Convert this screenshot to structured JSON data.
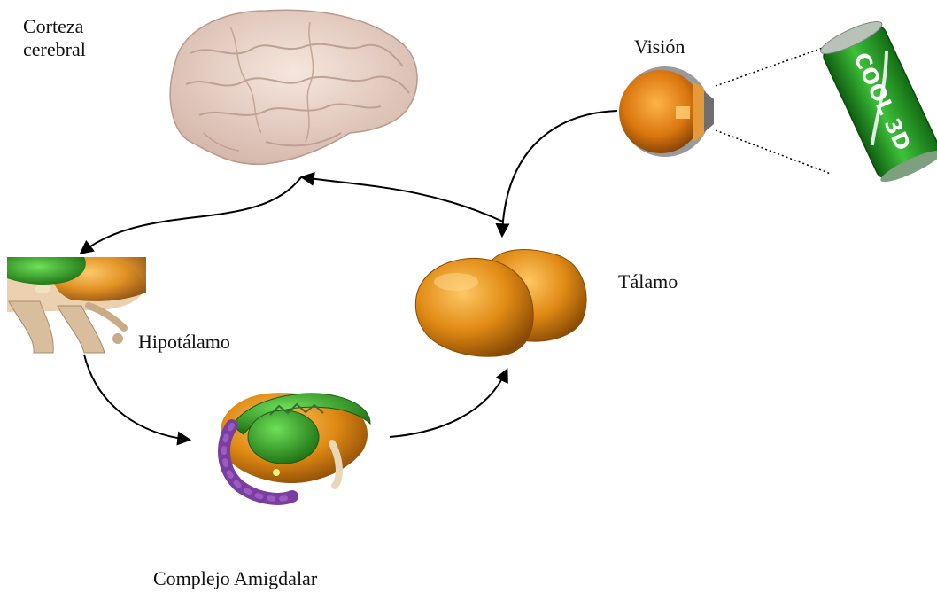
{
  "labels": {
    "cortex": "Corteza\ncerebral",
    "vision": "Visión",
    "thalamus": "Tálamo",
    "hypothalamus": "Hipotálamo",
    "amygdala": "Complejo Amigdalar"
  },
  "can_text": "COOL 3D",
  "colors": {
    "brain": "#e6cfc4",
    "thalamus": "#e08a14",
    "eye": "#d9760e",
    "can": "#2e9c2e",
    "amygdala_green": "#2a8a1c",
    "amygdala_purple": "#7a3f9e"
  }
}
